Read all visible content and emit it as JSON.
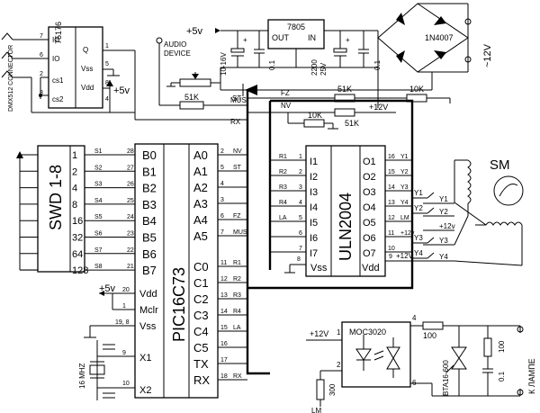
{
  "supply": {
    "plus5_top": "+5v",
    "plus5_left": "+5v",
    "plus5_mcu": "+5v",
    "plus12": "+12V",
    "ac": "~12V",
    "gnd_pins": "19, 8"
  },
  "regulator": {
    "name": "7805",
    "out": "OUT",
    "in": "IN"
  },
  "rectifier": {
    "name": "1N4007"
  },
  "caps": {
    "c1": "10-16V",
    "c2": "0.1",
    "c3a": "2200",
    "c3b": "25V",
    "c4": "0.1"
  },
  "dmx": {
    "chip": "75176",
    "connector": "DMX512 CONNECTOR",
    "io1": "IO",
    "io2": "IO",
    "cs1": "cs1",
    "cs2": "cs2",
    "q": "Q",
    "vss": "Vss",
    "vdd": "Vdd",
    "p7": "7",
    "p6": "6",
    "p2": "2",
    "p3": "3",
    "p1": "1",
    "p5": "5",
    "p8": "8",
    "p4": "4"
  },
  "audio": {
    "line1": "AUDIO",
    "line2": "DEVICE"
  },
  "res": {
    "r51k_mus": "51K",
    "r51k_fz": "51K",
    "r10k_fz": "10K",
    "r10k_nv": "10K",
    "r51k_nv": "51K",
    "r100": "100",
    "r300": "300"
  },
  "nets": {
    "st": "ST",
    "fz": "FZ",
    "mus": "MUS",
    "rx": "RX",
    "nv": "NV",
    "lm": "LM"
  },
  "swd": {
    "name": "SWD 1-8",
    "weights": [
      "1",
      "2",
      "4",
      "8",
      "16",
      "32",
      "64",
      "128"
    ],
    "lines": [
      "S1",
      "S2",
      "S3",
      "S4",
      "S5",
      "S6",
      "S7",
      "S8"
    ]
  },
  "pic": {
    "name": "PIC16C73",
    "left_pins": [
      "B0",
      "B1",
      "B2",
      "B3",
      "B4",
      "B5",
      "B6",
      "B7"
    ],
    "left_nums": [
      "28",
      "27",
      "26",
      "25",
      "24",
      "23",
      "22",
      "21"
    ],
    "right_pins": [
      "A0",
      "A1",
      "A2",
      "A3",
      "A4",
      "A5"
    ],
    "right_nums": [
      "2",
      "5",
      "4",
      "3",
      "6",
      "7"
    ],
    "right_nets": [
      "NV",
      "ST",
      "",
      "",
      "FZ",
      "MUS"
    ],
    "c_pins": [
      "C0",
      "C1",
      "C2",
      "C3",
      "C4",
      "C5",
      "TX",
      "RX"
    ],
    "c_nums": [
      "11",
      "12",
      "13",
      "14",
      "15",
      "16",
      "17",
      "18"
    ],
    "c_nets": [
      "R1",
      "R2",
      "R3",
      "R4",
      "LA",
      "",
      "",
      "RX"
    ],
    "vdd": "Vdd",
    "mclr": "Mclr",
    "vss": "Vss",
    "x1": "X1",
    "x2": "X2",
    "p20": "20",
    "p1": "1",
    "p9": "9",
    "p10": "10"
  },
  "crystal": "16 MHZ",
  "uln": {
    "name": "ULN2004",
    "inputs": [
      "I1",
      "I2",
      "I3",
      "I4",
      "I5",
      "I6",
      "I7"
    ],
    "in_nets": [
      "R1",
      "R2",
      "R3",
      "R4",
      "LA",
      "",
      ""
    ],
    "in_nums": [
      "1",
      "2",
      "3",
      "4",
      "5",
      "6",
      "7"
    ],
    "outputs": [
      "O1",
      "O2",
      "O3",
      "O4",
      "O5",
      "O6",
      "O7"
    ],
    "out_nums": [
      "16",
      "15",
      "14",
      "13",
      "12",
      "11",
      "10"
    ],
    "out_nets": [
      "Y1",
      "Y2",
      "Y3",
      "Y4",
      "LM",
      "+12v",
      ""
    ],
    "vss": "Vss",
    "vdd": "Vdd",
    "p8": "8",
    "p9": "9",
    "vdd_net": "+12V"
  },
  "motor": {
    "name": "SM",
    "left": [
      "Y1",
      "Y2",
      "Y3",
      "Y4"
    ],
    "right": [
      "Y1",
      "Y2",
      "+12v",
      "Y3",
      "Y4"
    ]
  },
  "opto": {
    "name": "MOC3020",
    "plus12": "+12V",
    "lm": "LM",
    "p1": "1",
    "p2": "2",
    "p4": "4",
    "p6": "6"
  },
  "triac": {
    "name": "BTA16-600",
    "c1": "100",
    "c2": "0.1",
    "lamp": "К ЛАМПЕ"
  }
}
